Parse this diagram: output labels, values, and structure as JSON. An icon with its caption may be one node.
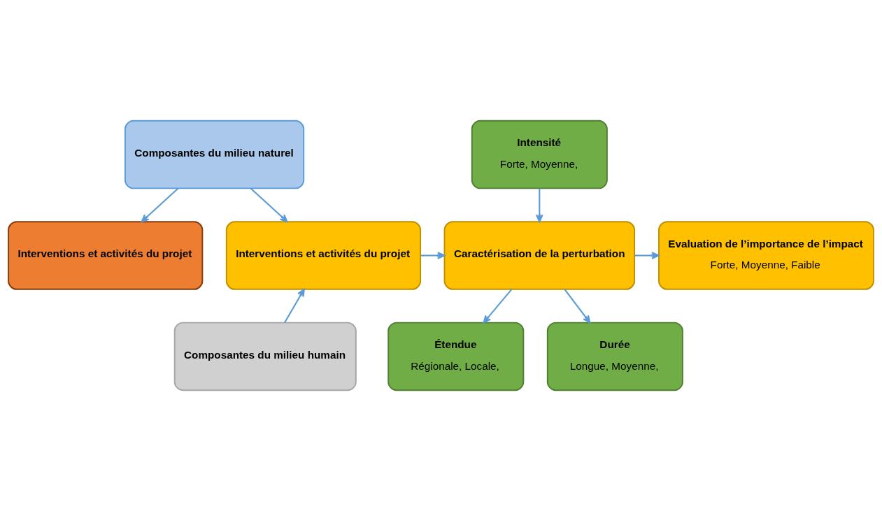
{
  "diagram": {
    "nodes": [
      {
        "text": [
          "Composantes du milieu naturel"
        ]
      },
      {
        "text": [
          "Interventions et activités du projet"
        ]
      },
      {
        "text": [
          "Interventions et activités du projet"
        ]
      },
      {
        "text": [
          "Intensité",
          "Forte, Moyenne,"
        ]
      },
      {
        "text": [
          "Caractérisation de la perturbation"
        ]
      },
      {
        "text": [
          "Evaluation de l’importance de l’impact",
          "Forte, Moyenne, Faible"
        ]
      },
      {
        "text": [
          "Composantes du milieu humain"
        ]
      },
      {
        "text": [
          "Étendue",
          "Régionale, Locale,"
        ]
      },
      {
        "text": [
          "Durée",
          "Longue, Moyenne,"
        ]
      }
    ],
    "edges": [
      {
        "from": 0,
        "to": 1,
        "arrow": "to"
      },
      {
        "from": 0,
        "to": 2,
        "arrow": "to"
      },
      {
        "from": 6,
        "to": 2,
        "arrow": "to"
      },
      {
        "from": 2,
        "to": 4,
        "arrow": "to"
      },
      {
        "from": 3,
        "to": 4,
        "arrow": "to"
      },
      {
        "from": 4,
        "to": 5,
        "arrow": "to"
      },
      {
        "from": 4,
        "to": 7,
        "arrow": "to"
      },
      {
        "from": 4,
        "to": 8,
        "arrow": "to"
      }
    ]
  }
}
